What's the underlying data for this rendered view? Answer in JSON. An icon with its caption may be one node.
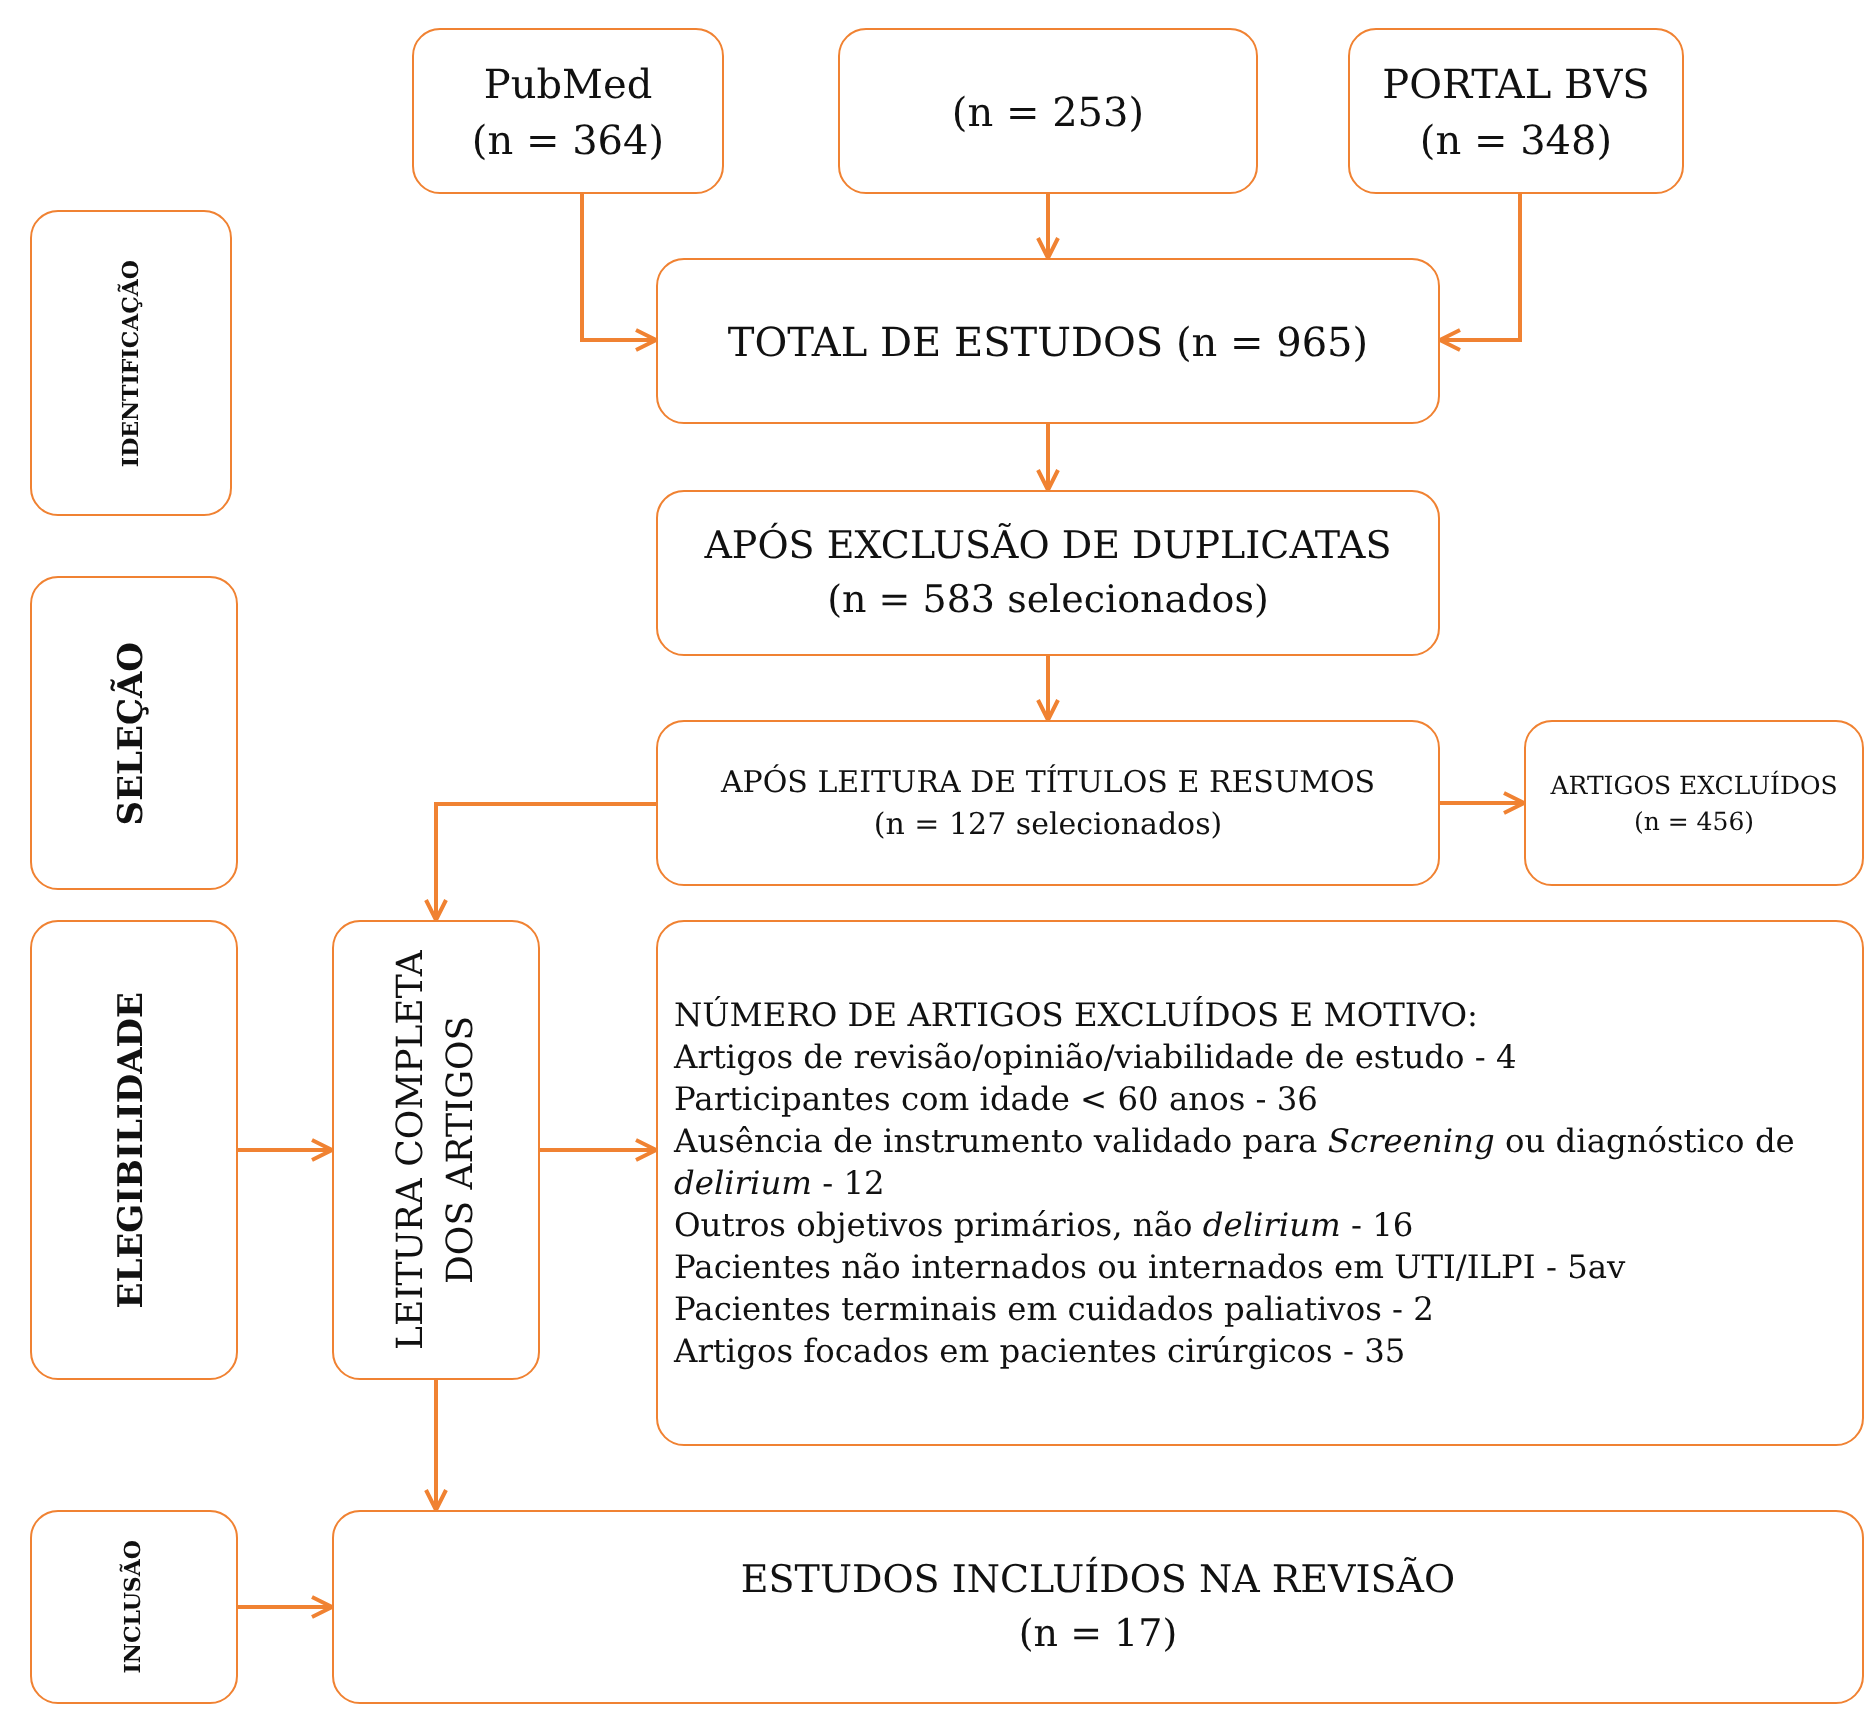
{
  "diagram": {
    "nodes": [
      {
        "text": [
          "PubMed",
          "(n = 364)"
        ]
      },
      {
        "text": [
          "(n = 253)"
        ]
      },
      {
        "text": [
          "PORTAL BVS",
          "(n = 348)"
        ]
      },
      {
        "text": [
          "TOTAL DE ESTUDOS (n = 965)"
        ]
      },
      {
        "text": [
          "APÓS EXCLUSÃO DE DUPLICATAS",
          "(n = 583 selecionados)"
        ]
      },
      {
        "text": [
          "APÓS LEITURA DE TÍTULOS E RESUMOS",
          "(n = 127 selecionados)"
        ]
      },
      {
        "text": [
          "ARTIGOS EXCLUÍDOS",
          "(n = 456)"
        ]
      },
      {
        "text": [
          "IDENTIFICAÇÃO"
        ]
      },
      {
        "text": [
          "SELEÇÃO"
        ]
      },
      {
        "text": [
          "ELEGIBILIDADE"
        ]
      },
      {
        "text": [
          "LEITURA COMPLETA DOS ARTIGOS"
        ]
      },
      {
        "text": [
          "NÚMERO DE ARTIGOS EXCLUÍDOS E MOTIVO:",
          "Artigos de revisão/opinião/viabilidade de estudo - 4",
          "Participantes com idade < 60 anos - 36",
          "Ausência de instrumento validado para *Screening* ou diagnóstico de *delirium* - 12",
          "Outros objetivos primários, não *delirium* - 16",
          "Pacientes não internados ou internados em UTI/ILPI - 5av",
          "Pacientes terminais em cuidados paliativos - 2",
          "Artigos focados em pacientes cirúrgicos - 35"
        ]
      },
      {
        "text": [
          "INCLUSÃO"
        ]
      },
      {
        "text": [
          "ESTUDOS INCLUÍDOS NA REVISÃO",
          "(n = 17)"
        ]
      }
    ],
    "edges": [
      {
        "from": 0,
        "to": 3,
        "arrow": "to"
      },
      {
        "from": 1,
        "to": 3,
        "arrow": "to"
      },
      {
        "from": 2,
        "to": 3,
        "arrow": "to"
      },
      {
        "from": 3,
        "to": 4,
        "arrow": "to"
      },
      {
        "from": 4,
        "to": 5,
        "arrow": "to"
      },
      {
        "from": 5,
        "to": 6,
        "arrow": "to"
      },
      {
        "from": 5,
        "to": 10,
        "arrow": "to"
      },
      {
        "from": 9,
        "to": 10,
        "arrow": "to"
      },
      {
        "from": 10,
        "to": 11,
        "arrow": "to"
      },
      {
        "from": 10,
        "to": 13,
        "arrow": "to"
      },
      {
        "from": 12,
        "to": 13,
        "arrow": "to"
      }
    ]
  }
}
